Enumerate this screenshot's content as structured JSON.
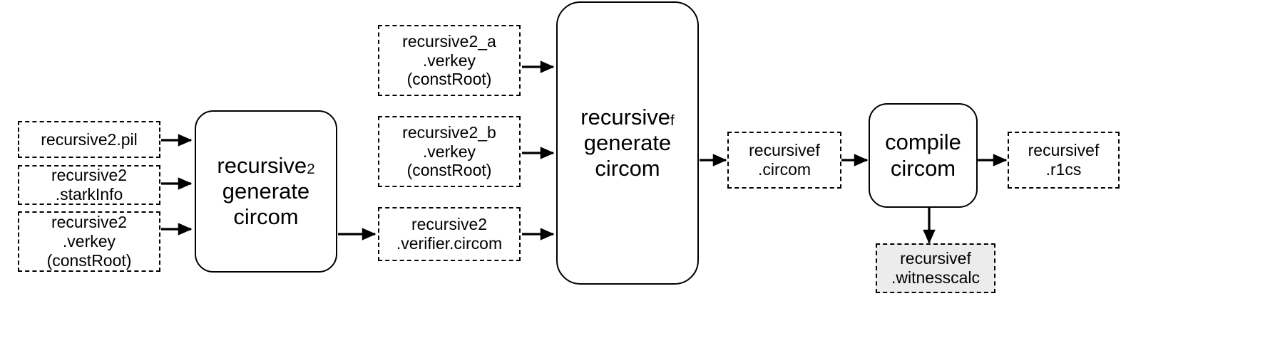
{
  "diagram": {
    "title": "recursive2 and recursivef circom generation pipeline",
    "stroke_color": "#000000",
    "background_color": "#ffffff",
    "filled_node_color": "#ececec",
    "nodes": {
      "recursive2_pil": {
        "label": "recursive2.pil",
        "shape": "dashed-rect",
        "kind": "file"
      },
      "recursive2_starkinfo": {
        "label": "recursive2\n.starkInfo",
        "shape": "dashed-rect",
        "kind": "file"
      },
      "recursive2_verkey": {
        "label": "recursive2\n.verkey\n(constRoot)",
        "shape": "dashed-rect",
        "kind": "file"
      },
      "recursive2_generate_circom": {
        "label_pre": "recursive",
        "label_sub": "2",
        "label_post": "\ngenerate\ncircom",
        "shape": "rounded-rect",
        "kind": "process"
      },
      "recursive2_a_verkey": {
        "label": "recursive2_a\n.verkey\n(constRoot)",
        "shape": "dashed-rect",
        "kind": "file"
      },
      "recursive2_b_verkey": {
        "label": "recursive2_b\n.verkey\n(constRoot)",
        "shape": "dashed-rect",
        "kind": "file"
      },
      "recursive2_verifier_circom": {
        "label": "recursive2\n.verifier.circom",
        "shape": "dashed-rect",
        "kind": "file"
      },
      "recursivef_generate_circom": {
        "label_pre": "recursive",
        "label_sub": "f",
        "label_post": "\ngenerate\ncircom",
        "shape": "rounded-rect",
        "kind": "process"
      },
      "recursivef_circom": {
        "label": "recursivef\n.circom",
        "shape": "dashed-rect",
        "kind": "file"
      },
      "compile_circom": {
        "label": "compile\ncircom",
        "shape": "rounded-rect",
        "kind": "process"
      },
      "recursivef_r1cs": {
        "label": "recursivef\n.r1cs",
        "shape": "dashed-rect",
        "kind": "file"
      },
      "recursivef_witnesscalc": {
        "label": "recursivef\n.witnesscalc",
        "shape": "dashed-rect-filled",
        "kind": "file"
      }
    },
    "edges": [
      {
        "from": "recursive2_pil",
        "to": "recursive2_generate_circom"
      },
      {
        "from": "recursive2_starkinfo",
        "to": "recursive2_generate_circom"
      },
      {
        "from": "recursive2_verkey",
        "to": "recursive2_generate_circom"
      },
      {
        "from": "recursive2_generate_circom",
        "to": "recursive2_verifier_circom"
      },
      {
        "from": "recursive2_a_verkey",
        "to": "recursivef_generate_circom"
      },
      {
        "from": "recursive2_b_verkey",
        "to": "recursivef_generate_circom"
      },
      {
        "from": "recursive2_verifier_circom",
        "to": "recursivef_generate_circom"
      },
      {
        "from": "recursivef_generate_circom",
        "to": "recursivef_circom"
      },
      {
        "from": "recursivef_circom",
        "to": "compile_circom"
      },
      {
        "from": "compile_circom",
        "to": "recursivef_r1cs"
      },
      {
        "from": "compile_circom",
        "to": "recursivef_witnesscalc"
      }
    ]
  }
}
